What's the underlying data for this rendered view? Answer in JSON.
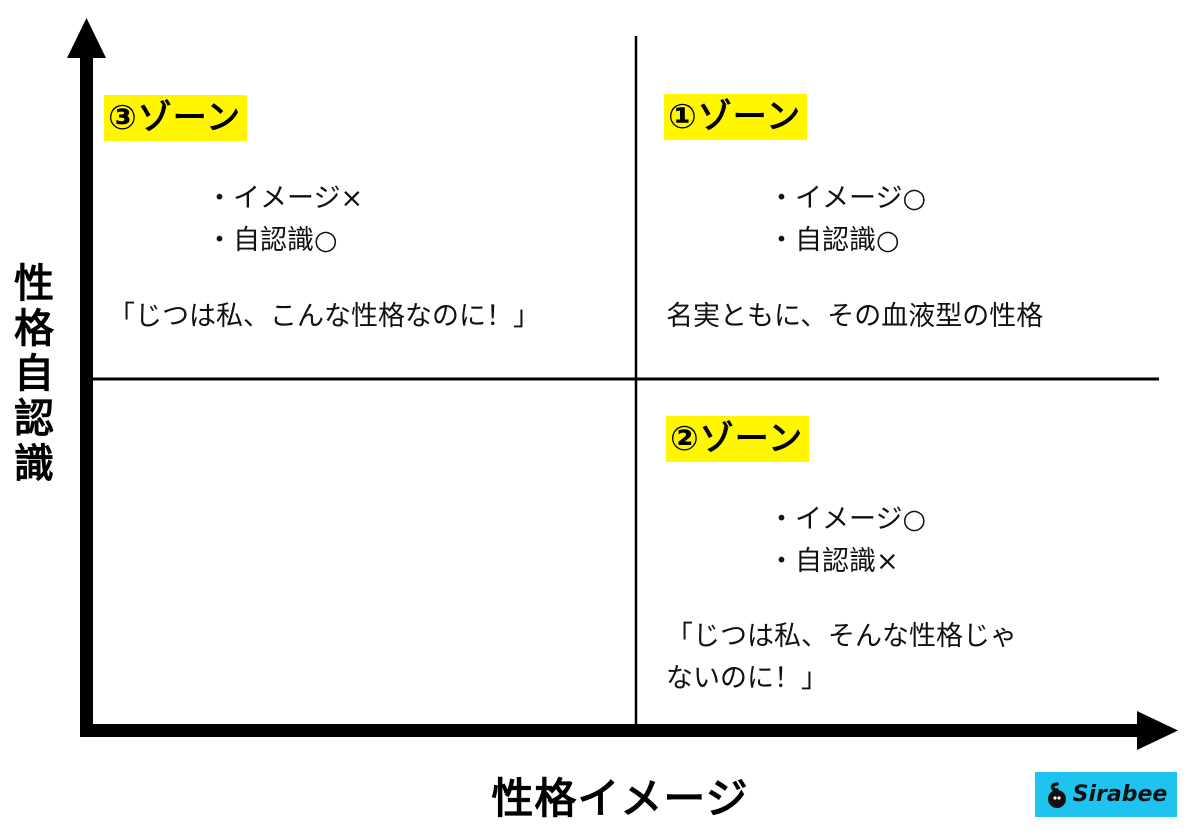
{
  "axes": {
    "x_label": "性格イメージ",
    "y_label": [
      "性",
      "格",
      "自",
      "認",
      "識"
    ]
  },
  "colors": {
    "highlight": "#fff600",
    "axis": "#000000",
    "logo_bg": "#1fc3f0"
  },
  "zones": {
    "zone3": {
      "title": "③ゾーン",
      "bullets": [
        "・イメージ×",
        "・自認識○"
      ],
      "quote": "「じつは私、こんな性格なのに！」"
    },
    "zone1": {
      "title": "①ゾーン",
      "bullets": [
        "・イメージ○",
        "・自認識○"
      ],
      "quote": "名実ともに、その血液型の性格"
    },
    "zone2": {
      "title": "②ゾーン",
      "bullets": [
        "・イメージ○",
        "・自認識×"
      ],
      "quote_lines": [
        "「じつは私、そんな性格じゃ",
        "ないのに！」"
      ]
    }
  },
  "logo": {
    "text": "Sirabee",
    "icon": "sirabee-mascot-icon"
  }
}
